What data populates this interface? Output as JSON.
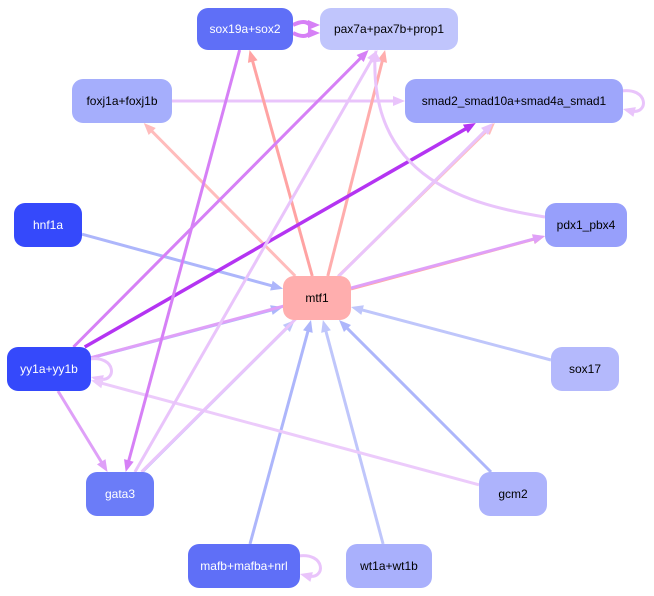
{
  "graph": {
    "nodes": [
      {
        "id": "sox19a",
        "label": "sox19a+sox2",
        "fill": "#5f6ff7",
        "text": "#ffffff"
      },
      {
        "id": "pax7a",
        "label": "pax7a+pax7b+prop1",
        "fill": "#c0c5fc",
        "text": "#000000"
      },
      {
        "id": "foxj1a",
        "label": "foxj1a+foxj1b",
        "fill": "#a5aefc",
        "text": "#000000"
      },
      {
        "id": "smad2",
        "label": "smad2_smad10a+smad4a_smad1",
        "fill": "#9ea6fb",
        "text": "#000000"
      },
      {
        "id": "hnf1a",
        "label": "hnf1a",
        "fill": "#3549fb",
        "text": "#ffffff"
      },
      {
        "id": "pdx1",
        "label": "pdx1_pbx4",
        "fill": "#979ffb",
        "text": "#000000"
      },
      {
        "id": "mtf1",
        "label": "mtf1",
        "fill": "#ffaeae",
        "text": "#000000"
      },
      {
        "id": "yy1a",
        "label": "yy1a+yy1b",
        "fill": "#3549fb",
        "text": "#ffffff"
      },
      {
        "id": "sox17",
        "label": "sox17",
        "fill": "#b4b9fc",
        "text": "#000000"
      },
      {
        "id": "gata3",
        "label": "gata3",
        "fill": "#6b7cf8",
        "text": "#ffffff"
      },
      {
        "id": "gcm2",
        "label": "gcm2",
        "fill": "#adb3fc",
        "text": "#000000"
      },
      {
        "id": "mafb",
        "label": "mafb+mafba+nrl",
        "fill": "#5f6ff7",
        "text": "#ffffff"
      },
      {
        "id": "wt1a",
        "label": "wt1a+wt1b",
        "fill": "#a9b0fc",
        "text": "#000000"
      }
    ],
    "edges": [
      {
        "from": "sox19a",
        "to": "pax7a",
        "color": "#d680f6"
      },
      {
        "from": "foxj1a",
        "to": "smad2",
        "color": "#e9c4fb"
      },
      {
        "from": "smad2",
        "to": "smad2",
        "color": "#e9c4fb"
      },
      {
        "from": "mtf1",
        "to": "foxj1a",
        "color": "#ffbcbc"
      },
      {
        "from": "mtf1",
        "to": "sox19a",
        "color": "#ffa3a3"
      },
      {
        "from": "mtf1",
        "to": "pax7a",
        "color": "#ffadad"
      },
      {
        "from": "mtf1",
        "to": "smad2",
        "color": "#ffbcbc"
      },
      {
        "from": "mtf1",
        "to": "pdx1",
        "color": "#ffa8a8"
      },
      {
        "from": "hnf1a",
        "to": "mtf1",
        "color": "#adb6fb"
      },
      {
        "from": "yy1a",
        "to": "mtf1",
        "color": "#adb6fb"
      },
      {
        "from": "gata3",
        "to": "mtf1",
        "color": "#bfc6fb"
      },
      {
        "from": "mafb",
        "to": "mtf1",
        "color": "#adb6fb"
      },
      {
        "from": "wt1a",
        "to": "mtf1",
        "color": "#bfc6fb"
      },
      {
        "from": "gcm2",
        "to": "mtf1",
        "color": "#adb6fb"
      },
      {
        "from": "sox17",
        "to": "mtf1",
        "color": "#bfc6fb"
      },
      {
        "from": "yy1a",
        "to": "pax7a",
        "color": "#d680f6"
      },
      {
        "from": "yy1a",
        "to": "smad2",
        "color": "#b434f2"
      },
      {
        "from": "yy1a",
        "to": "pdx1",
        "color": "#dfa0f8"
      },
      {
        "from": "yy1a",
        "to": "yy1a",
        "color": "#e9c4fb"
      },
      {
        "from": "yy1a",
        "to": "gata3",
        "color": "#dfa0f8"
      },
      {
        "from": "gcm2",
        "to": "yy1a",
        "color": "#eccbfb"
      },
      {
        "from": "sox19a",
        "to": "gata3",
        "color": "#d680f6"
      },
      {
        "from": "gata3",
        "to": "pax7a",
        "color": "#e9c4fb"
      },
      {
        "from": "pdx1",
        "to": "pax7a",
        "color": "#e9c4fb"
      },
      {
        "from": "gata3",
        "to": "smad2",
        "color": "#e9c4fb"
      },
      {
        "from": "mafb",
        "to": "mafb",
        "color": "#e9c4fb"
      }
    ]
  }
}
